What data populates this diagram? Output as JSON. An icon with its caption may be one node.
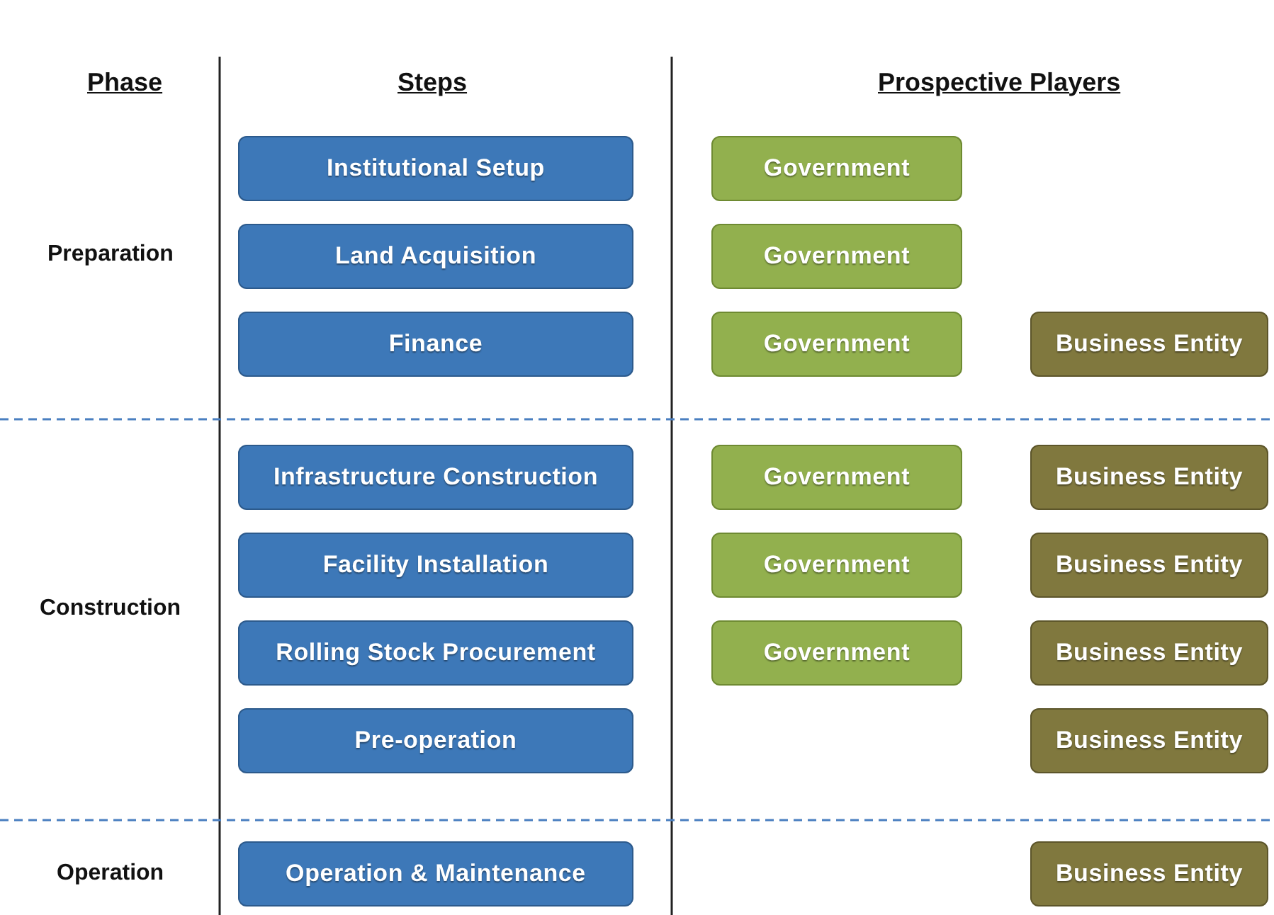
{
  "diagram": {
    "nodes": [
      {
        "text": [
          "Institutional Setup"
        ]
      },
      {
        "text": [
          "Government"
        ]
      },
      {
        "text": [
          "Land Acquisition"
        ]
      },
      {
        "text": [
          "Government"
        ]
      },
      {
        "text": [
          "Finance"
        ]
      },
      {
        "text": [
          "Government"
        ]
      },
      {
        "text": [
          "Business Entity"
        ]
      },
      {
        "text": [
          "Infrastructure Construction"
        ]
      },
      {
        "text": [
          "Government"
        ]
      },
      {
        "text": [
          "Business Entity"
        ]
      },
      {
        "text": [
          "Facility Installation"
        ]
      },
      {
        "text": [
          "Government"
        ]
      },
      {
        "text": [
          "Business Entity"
        ]
      },
      {
        "text": [
          "Rolling Stock Procurement"
        ]
      },
      {
        "text": [
          "Government"
        ]
      },
      {
        "text": [
          "Business Entity"
        ]
      },
      {
        "text": [
          "Pre-operation"
        ]
      },
      {
        "text": [
          "Business Entity"
        ]
      },
      {
        "text": [
          "Operation & Maintenance"
        ]
      },
      {
        "text": [
          "Business Entity"
        ]
      }
    ],
    "edges": [],
    "labels": [
      "Phase",
      "Steps",
      "Prospective Players",
      "Preparation",
      "Construction",
      "Operation"
    ]
  }
}
